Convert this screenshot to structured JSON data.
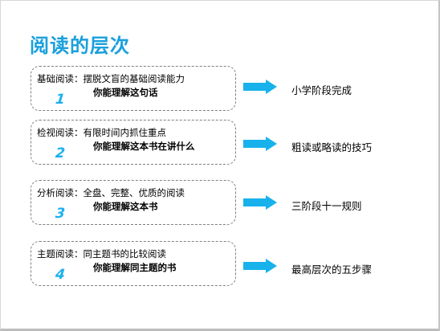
{
  "title": "阅读的层次",
  "levels": [
    {
      "num": "1",
      "heading": "基础阅读：摆脱文盲的基础阅读能力",
      "sub": "你能理解这句话",
      "result": "小学阶段完成"
    },
    {
      "num": "2",
      "heading": "检视阅读：有限时间内抓住重点",
      "sub": "你能理解这本书在讲什么",
      "result": "粗读或略读的技巧"
    },
    {
      "num": "3",
      "heading": "分析阅读：全盘、完整、优质的阅读",
      "sub": "你能理解这本书",
      "result": "三阶段十一规则"
    },
    {
      "num": "4",
      "heading": "主题阅读：同主题书的比较阅读",
      "sub": "你能理解同主题的书",
      "result": "最高层次的五步骤"
    }
  ],
  "colors": {
    "accent": "#1aa0dc",
    "arrow": "#17b2ec",
    "border": "#7f7f7f"
  }
}
